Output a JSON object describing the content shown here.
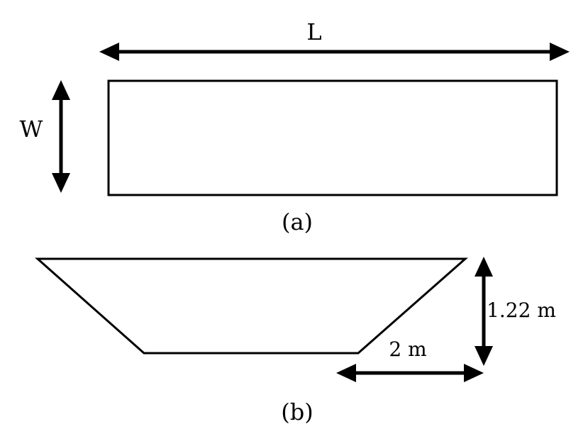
{
  "figure_a": {
    "length_label": "L",
    "width_label": "W",
    "caption": "(a)"
  },
  "figure_b": {
    "height_label": "1.22 m",
    "offset_label": "2 m",
    "caption": "(b)"
  },
  "colors": {
    "stroke": "#000000",
    "background": "#ffffff"
  }
}
